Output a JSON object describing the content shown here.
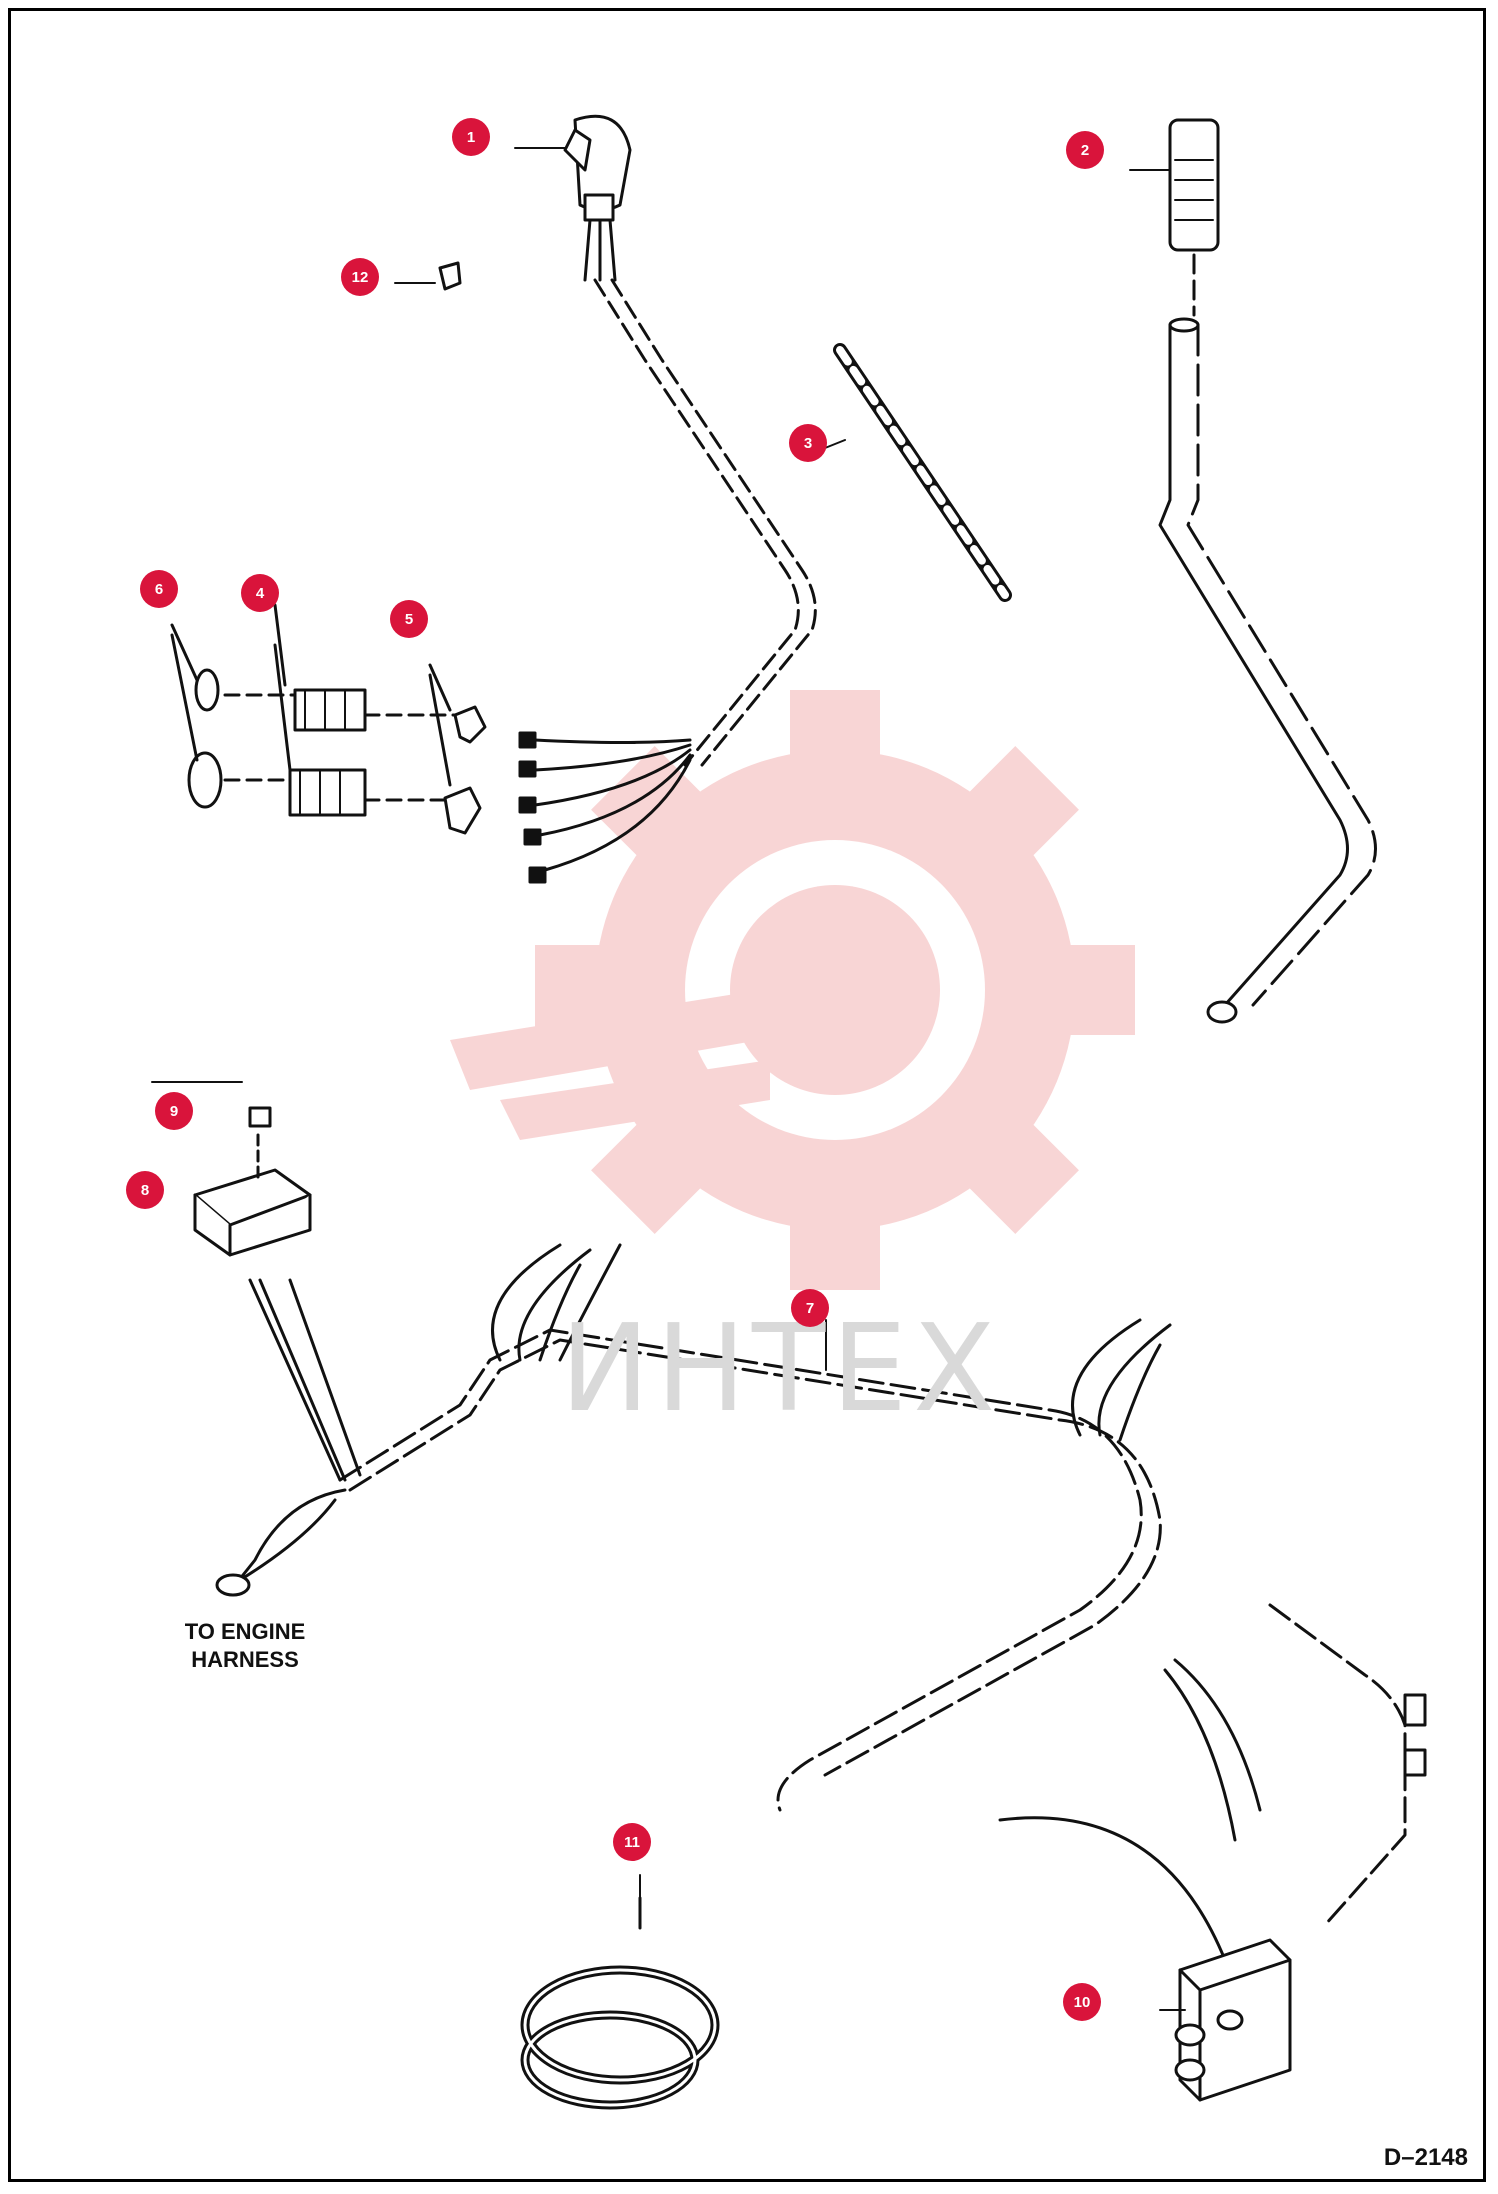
{
  "diagram_code": "D–2148",
  "notes": {
    "to_engine_harness": [
      "TO ENGINE",
      "HARNESS"
    ]
  },
  "watermark_text": "ИНТЕХ",
  "colors": {
    "badge": "#d9143b",
    "line": "#111111",
    "watermark": "#f4b4b4"
  },
  "callouts": [
    {
      "number": "1"
    },
    {
      "number": "2"
    },
    {
      "number": "3"
    },
    {
      "number": "4"
    },
    {
      "number": "5"
    },
    {
      "number": "6"
    },
    {
      "number": "7"
    },
    {
      "number": "8"
    },
    {
      "number": "9"
    },
    {
      "number": "10"
    },
    {
      "number": "11"
    },
    {
      "number": "12"
    }
  ]
}
